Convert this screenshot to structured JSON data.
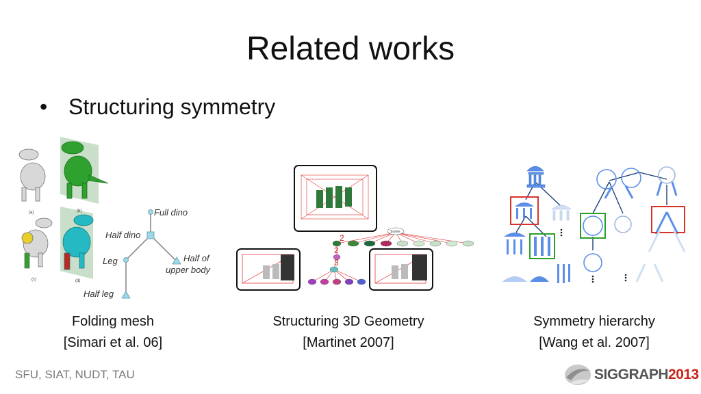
{
  "slide": {
    "title": "Related works",
    "bullet": "Structuring symmetry",
    "footer": "SFU, SIAT, NUDT, TAU",
    "logo": {
      "name": "SIGGRAPH",
      "year": "2013"
    }
  },
  "figures": [
    {
      "caption_line1": "Folding mesh",
      "caption_line2": "[Simari et al. 06]",
      "panel_labels": [
        "(a)",
        "(b)",
        "(c)",
        "(d)"
      ],
      "tree_labels": {
        "root": "Full dino",
        "mid": "Half dino",
        "leg": "Leg",
        "upper1": "Half of",
        "upper2": "upper body",
        "half_leg": "Half leg"
      }
    },
    {
      "caption_line1": "Structuring 3D Geometry",
      "caption_line2": "[Martinet 2007]",
      "graph_labels": {
        "root": "Scene",
        "l1": "2",
        "l2": "2",
        "l3": "3"
      }
    },
    {
      "caption_line1": "Symmetry hierarchy",
      "caption_line2": "[Wang et al. 2007]"
    }
  ],
  "colors": {
    "mesh_green": "#2ea12e",
    "mesh_cyan": "#25b9c4",
    "plane_green": "#9cc49c",
    "tree_node": "#9ed8e6",
    "red_lines": "#e02020",
    "blue_parts": "#5a8ee8",
    "box_red": "#d9322a",
    "box_green": "#2aa02a",
    "logo_red": "#c8251c"
  }
}
